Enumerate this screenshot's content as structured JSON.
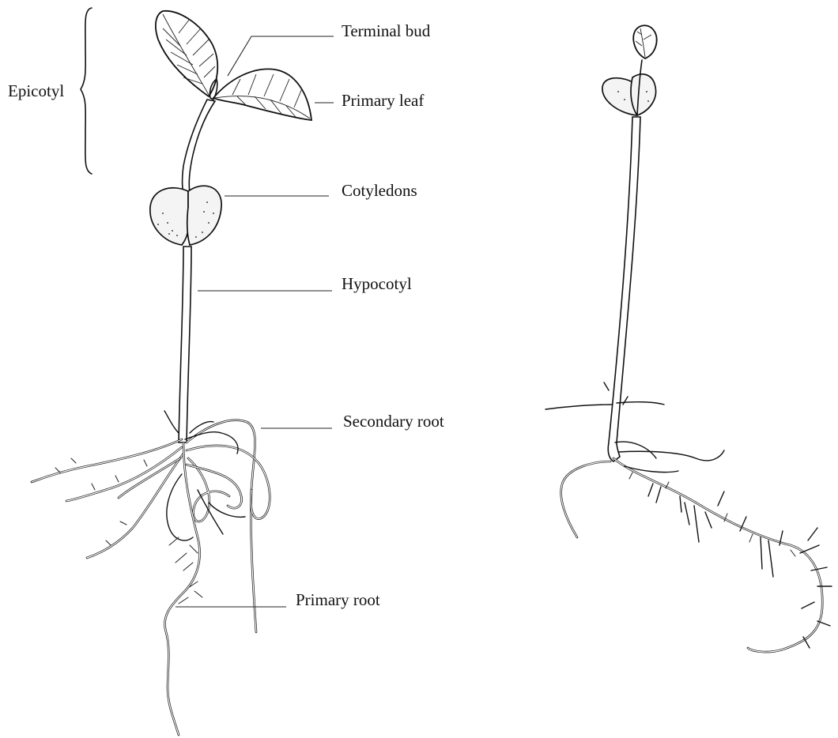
{
  "diagram": {
    "labels": {
      "epicotyl": "Epicotyl",
      "terminal_bud": "Terminal bud",
      "primary_leaf": "Primary leaf",
      "cotyledons": "Cotyledons",
      "hypocotyl": "Hypocotyl",
      "secondary_root": "Secondary root",
      "primary_root": "Primary root"
    }
  }
}
